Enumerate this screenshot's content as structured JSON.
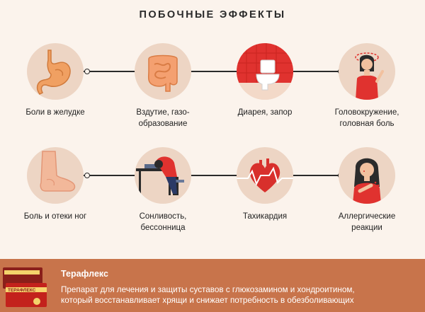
{
  "title": "ПОБОЧНЫЕ ЭФФЕКТЫ",
  "effects": {
    "row1": [
      {
        "icon": "stomach-icon",
        "label_lines": [
          "Боли в желудке"
        ]
      },
      {
        "icon": "intestine-icon",
        "label_lines": [
          "Вздутие, газо-",
          "образование"
        ]
      },
      {
        "icon": "toilet-icon",
        "label_lines": [
          "Диарея, запор"
        ]
      },
      {
        "icon": "dizzy-woman-icon",
        "label_lines": [
          "Головокружение,",
          "головная боль"
        ]
      }
    ],
    "row2": [
      {
        "icon": "swollen-foot-icon",
        "label_lines": [
          "Боль и отеки ног"
        ]
      },
      {
        "icon": "sleeping-at-desk-icon",
        "label_lines": [
          "Сонливость,",
          "бессонница"
        ]
      },
      {
        "icon": "heart-pulse-icon",
        "label_lines": [
          "Тахикардия"
        ]
      },
      {
        "icon": "scratching-woman-icon",
        "label_lines": [
          "Аллергические",
          "реакции"
        ]
      }
    ]
  },
  "product": {
    "name": "Терафлекс",
    "box_text": "ТЕРАФЛЕКС",
    "description_lines": [
      "Препарат для лечения и защиты суставов с глюкозамином и хондроитином,",
      "который восстанавливает хрящи и снижает потребность в обезболивающих"
    ]
  },
  "colors": {
    "background": "#fbf3ec",
    "circle": "#edd5c4",
    "bottom_bar": "#c8744b",
    "accent_red": "#e0322f"
  }
}
